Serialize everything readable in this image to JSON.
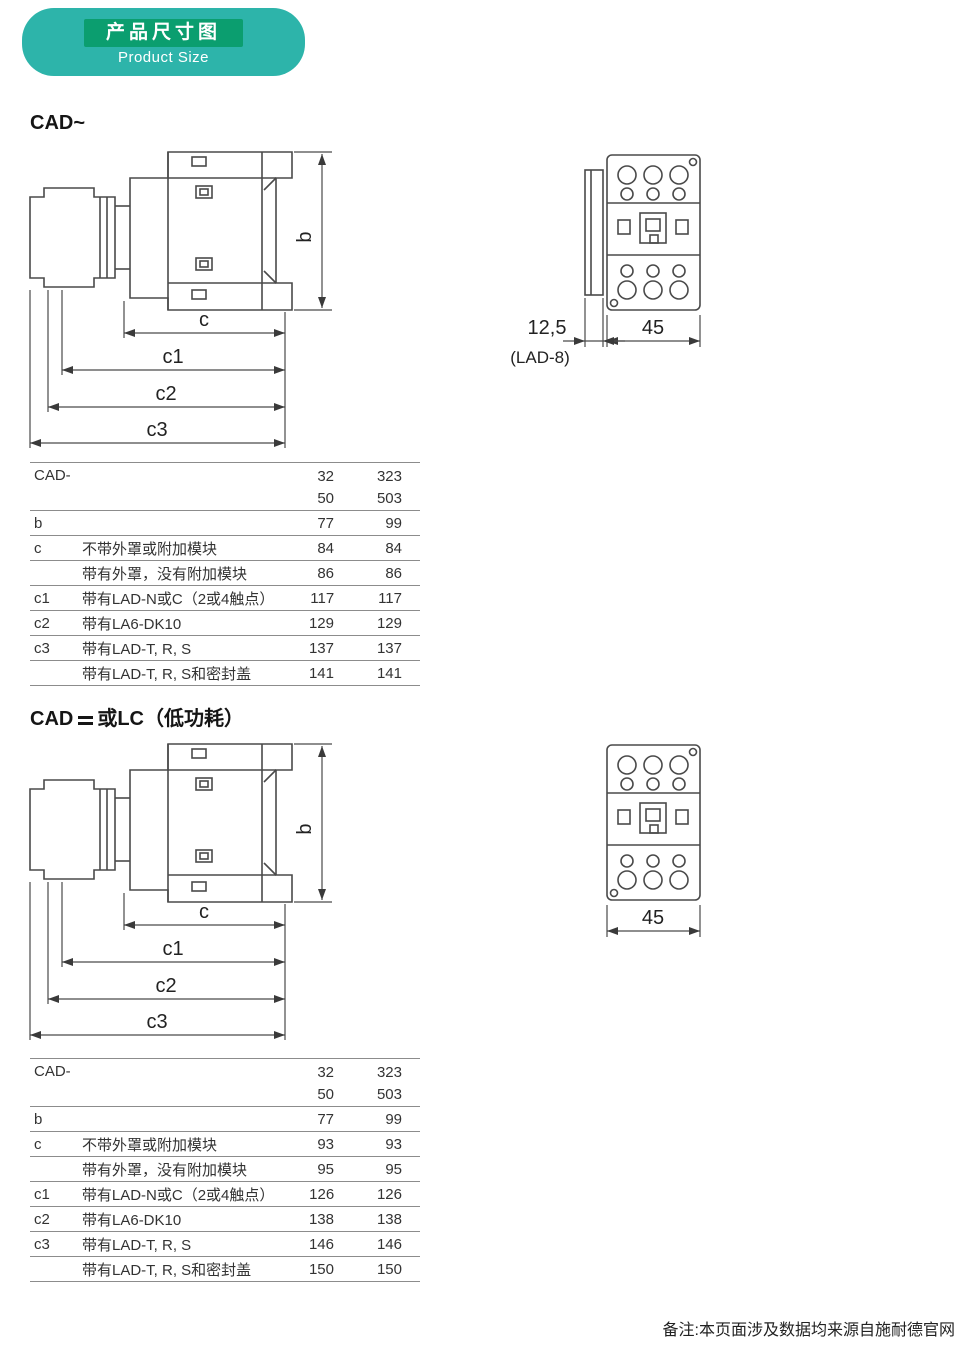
{
  "colors": {
    "badge_outer": "#2db4aa",
    "badge_inner": "#0b9e6f"
  },
  "badge": {
    "title_zh": "产品尺寸图",
    "title_en": "Product Size"
  },
  "section1": {
    "title": "CAD~",
    "dims": {
      "b": "b",
      "c": "c",
      "c1": "c1",
      "c2": "c2",
      "c3": "c3",
      "width": "45",
      "plate_width": "12,5",
      "plate_label": "(LAD-8)"
    },
    "table": {
      "header": {
        "label": "CAD-",
        "col1_top": "32",
        "col1_bottom": "50",
        "col2_top": "323",
        "col2_bottom": "503"
      },
      "rows": [
        {
          "key": "b",
          "desc": "",
          "v1": "77",
          "v2": "99"
        },
        {
          "key": "c",
          "desc": "不带外罩或附加模块",
          "v1": "84",
          "v2": "84"
        },
        {
          "key": "",
          "desc": "带有外罩，没有附加模块",
          "v1": "86",
          "v2": "86"
        },
        {
          "key": "c1",
          "desc": "带有LAD-N或C（2或4触点）",
          "v1": "117",
          "v2": "117"
        },
        {
          "key": "c2",
          "desc": "带有LA6-DK10",
          "v1": "129",
          "v2": "129"
        },
        {
          "key": "c3",
          "desc": "带有LAD-T, R, S",
          "v1": "137",
          "v2": "137"
        },
        {
          "key": "",
          "desc": "带有LAD-T, R, S和密封盖",
          "v1": "141",
          "v2": "141"
        }
      ]
    }
  },
  "section2": {
    "title_prefix": "CAD",
    "title_suffix": "或LC（低功耗）",
    "dims": {
      "b": "b",
      "c": "c",
      "c1": "c1",
      "c2": "c2",
      "c3": "c3",
      "width": "45"
    },
    "table": {
      "header": {
        "label": "CAD-",
        "col1_top": "32",
        "col1_bottom": "50",
        "col2_top": "323",
        "col2_bottom": "503"
      },
      "rows": [
        {
          "key": "b",
          "desc": "",
          "v1": "77",
          "v2": "99"
        },
        {
          "key": "c",
          "desc": "不带外罩或附加模块",
          "v1": "93",
          "v2": "93"
        },
        {
          "key": "",
          "desc": "带有外罩，没有附加模块",
          "v1": "95",
          "v2": "95"
        },
        {
          "key": "c1",
          "desc": "带有LAD-N或C（2或4触点）",
          "v1": "126",
          "v2": "126"
        },
        {
          "key": "c2",
          "desc": "带有LA6-DK10",
          "v1": "138",
          "v2": "138"
        },
        {
          "key": "c3",
          "desc": "带有LAD-T, R, S",
          "v1": "146",
          "v2": "146"
        },
        {
          "key": "",
          "desc": "带有LAD-T, R, S和密封盖",
          "v1": "150",
          "v2": "150"
        }
      ]
    }
  },
  "footer": {
    "note": "备注:本页面涉及数据均来源自施耐德官网"
  }
}
